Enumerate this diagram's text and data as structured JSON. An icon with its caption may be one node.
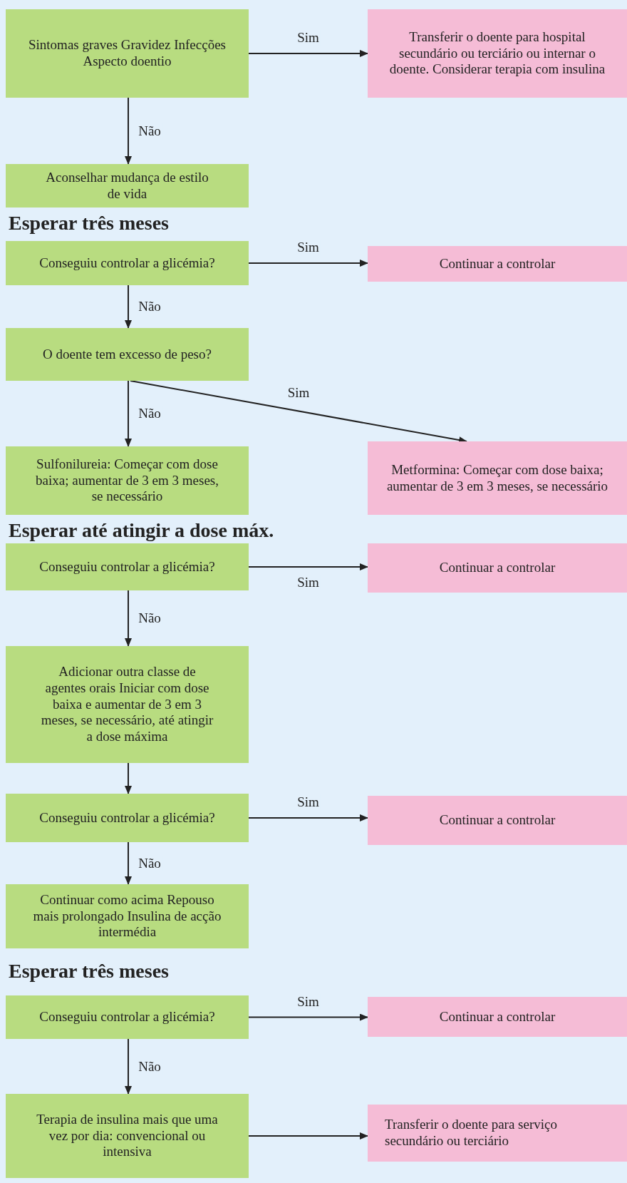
{
  "diagram": {
    "nodes": [
      {
        "text": [
          "Sintomas graves Gravidez Infecções Aspecto doentio"
        ]
      },
      {
        "text": [
          "Transferir o doente para hospital secundário ou terciário ou internar o doente. Considerar terapia com insulina"
        ]
      },
      {
        "text": [
          "Aconselhar mudança de estilo de vida"
        ]
      },
      {
        "text": [
          "Conseguiu controlar a glicémia?"
        ]
      },
      {
        "text": [
          "Continuar a controlar"
        ]
      },
      {
        "text": [
          "O doente tem excesso de peso?"
        ]
      },
      {
        "text": [
          "Sulfonilureia: Começar com dose baixa; aumentar de 3 em 3 meses, se necessário"
        ]
      },
      {
        "text": [
          "Metformina:  Começar com dose baixa; aumentar de 3 em 3 meses, se necessário"
        ]
      },
      {
        "text": [
          "Conseguiu controlar a glicémia?"
        ]
      },
      {
        "text": [
          "Continuar a controlar"
        ]
      },
      {
        "text": [
          "Adicionar outra classe de agentes orais Iniciar com dose baixa e aumentar de 3 em 3 meses, se necessário, até atingir a dose máxima"
        ]
      },
      {
        "text": [
          "Conseguiu controlar a glicémia?"
        ]
      },
      {
        "text": [
          "Continuar a controlar"
        ]
      },
      {
        "text": [
          "Continuar como acima Repouso mais prolongado Insulina de acção intermédia"
        ]
      },
      {
        "text": [
          "Conseguiu controlar a glicémia?"
        ]
      },
      {
        "text": [
          "Continuar a controlar"
        ]
      },
      {
        "text": [
          "Terapia de insulina mais que uma vez por dia: convencional ou intensiva"
        ]
      },
      {
        "text": [
          "Transferir o doente para serviço secundário ou terciário"
        ]
      }
    ],
    "edges": [
      {
        "from": 0,
        "to": 1,
        "arrow": "to",
        "label": "Sim"
      },
      {
        "from": 0,
        "to": 2,
        "arrow": "to",
        "label": "Não"
      },
      {
        "from": 3,
        "to": 4,
        "arrow": "to",
        "label": "Sim"
      },
      {
        "from": 3,
        "to": 5,
        "arrow": "to",
        "label": "Não"
      },
      {
        "from": 5,
        "to": 6,
        "arrow": "to",
        "label": "Não"
      },
      {
        "from": 5,
        "to": 7,
        "arrow": "to",
        "label": "Sim"
      },
      {
        "from": 8,
        "to": 9,
        "arrow": "to",
        "label": "Sim"
      },
      {
        "from": 8,
        "to": 10,
        "arrow": "to",
        "label": "Não"
      },
      {
        "from": 10,
        "to": 11,
        "arrow": "to"
      },
      {
        "from": 11,
        "to": 12,
        "arrow": "to",
        "label": "Sim"
      },
      {
        "from": 11,
        "to": 13,
        "arrow": "to",
        "label": "Não"
      },
      {
        "from": 14,
        "to": 15,
        "arrow": "to",
        "label": "Sim"
      },
      {
        "from": 14,
        "to": 16,
        "arrow": "to",
        "label": "Não"
      },
      {
        "from": 16,
        "to": 17,
        "arrow": "to"
      }
    ],
    "labels": [
      "Esperar três meses",
      "Esperar até atingir a dose máx.",
      "Esperar três meses"
    ]
  }
}
